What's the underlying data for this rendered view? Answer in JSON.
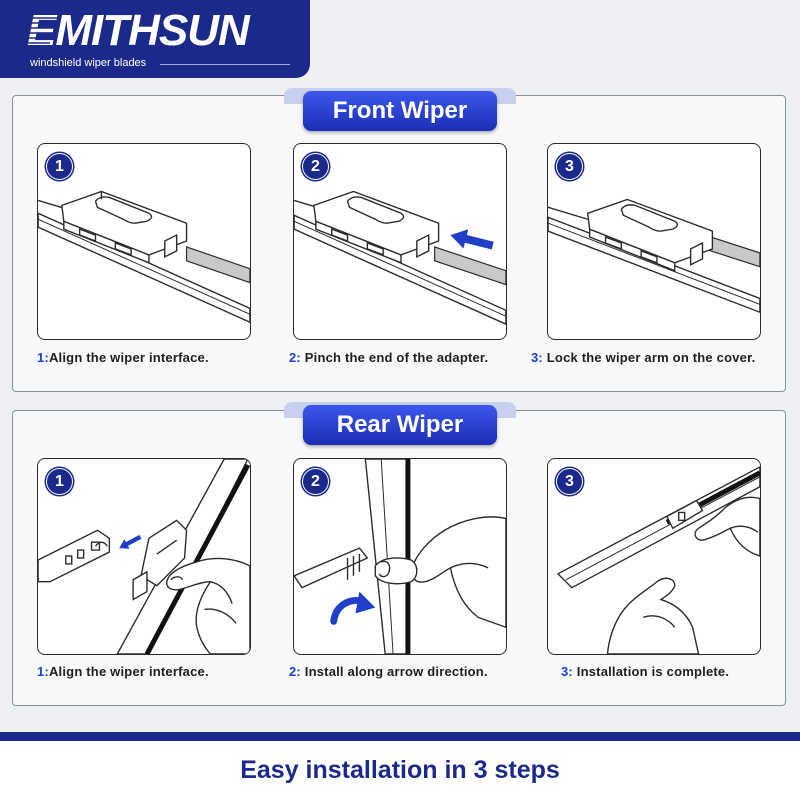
{
  "brand": {
    "name": "EMITHSUN",
    "tagline": "windshield wiper blades"
  },
  "colors": {
    "navy": "#1b2a8a",
    "pill_blue": "#2f47d6",
    "accent_blue": "#1f3fc8",
    "panel_border": "#2a2a2a"
  },
  "icons": {
    "step_marker": "numbered-circle-icon",
    "front_step2_arrow": "arrow-left-icon",
    "rear_step1_arrow": "arrow-up-left-icon",
    "rear_step2_arrow": "curved-arrow-icon"
  },
  "sections": {
    "front": {
      "title": "Front Wiper",
      "steps": [
        {
          "number": "1",
          "label": "1:",
          "text": "Align the wiper interface."
        },
        {
          "number": "2",
          "label": "2: ",
          "text": "Pinch the end of the adapter."
        },
        {
          "number": "3",
          "label": "3: ",
          "text": "Lock the wiper arm on the cover."
        }
      ]
    },
    "rear": {
      "title": "Rear Wiper",
      "steps": [
        {
          "number": "1",
          "label": "1:",
          "text": "Align the wiper interface."
        },
        {
          "number": "2",
          "label": "2: ",
          "text": "Install along arrow direction."
        },
        {
          "number": "3",
          "label": "3: ",
          "text": "Installation is complete."
        }
      ]
    }
  },
  "footer": {
    "headline": "Easy installation in 3 steps"
  }
}
